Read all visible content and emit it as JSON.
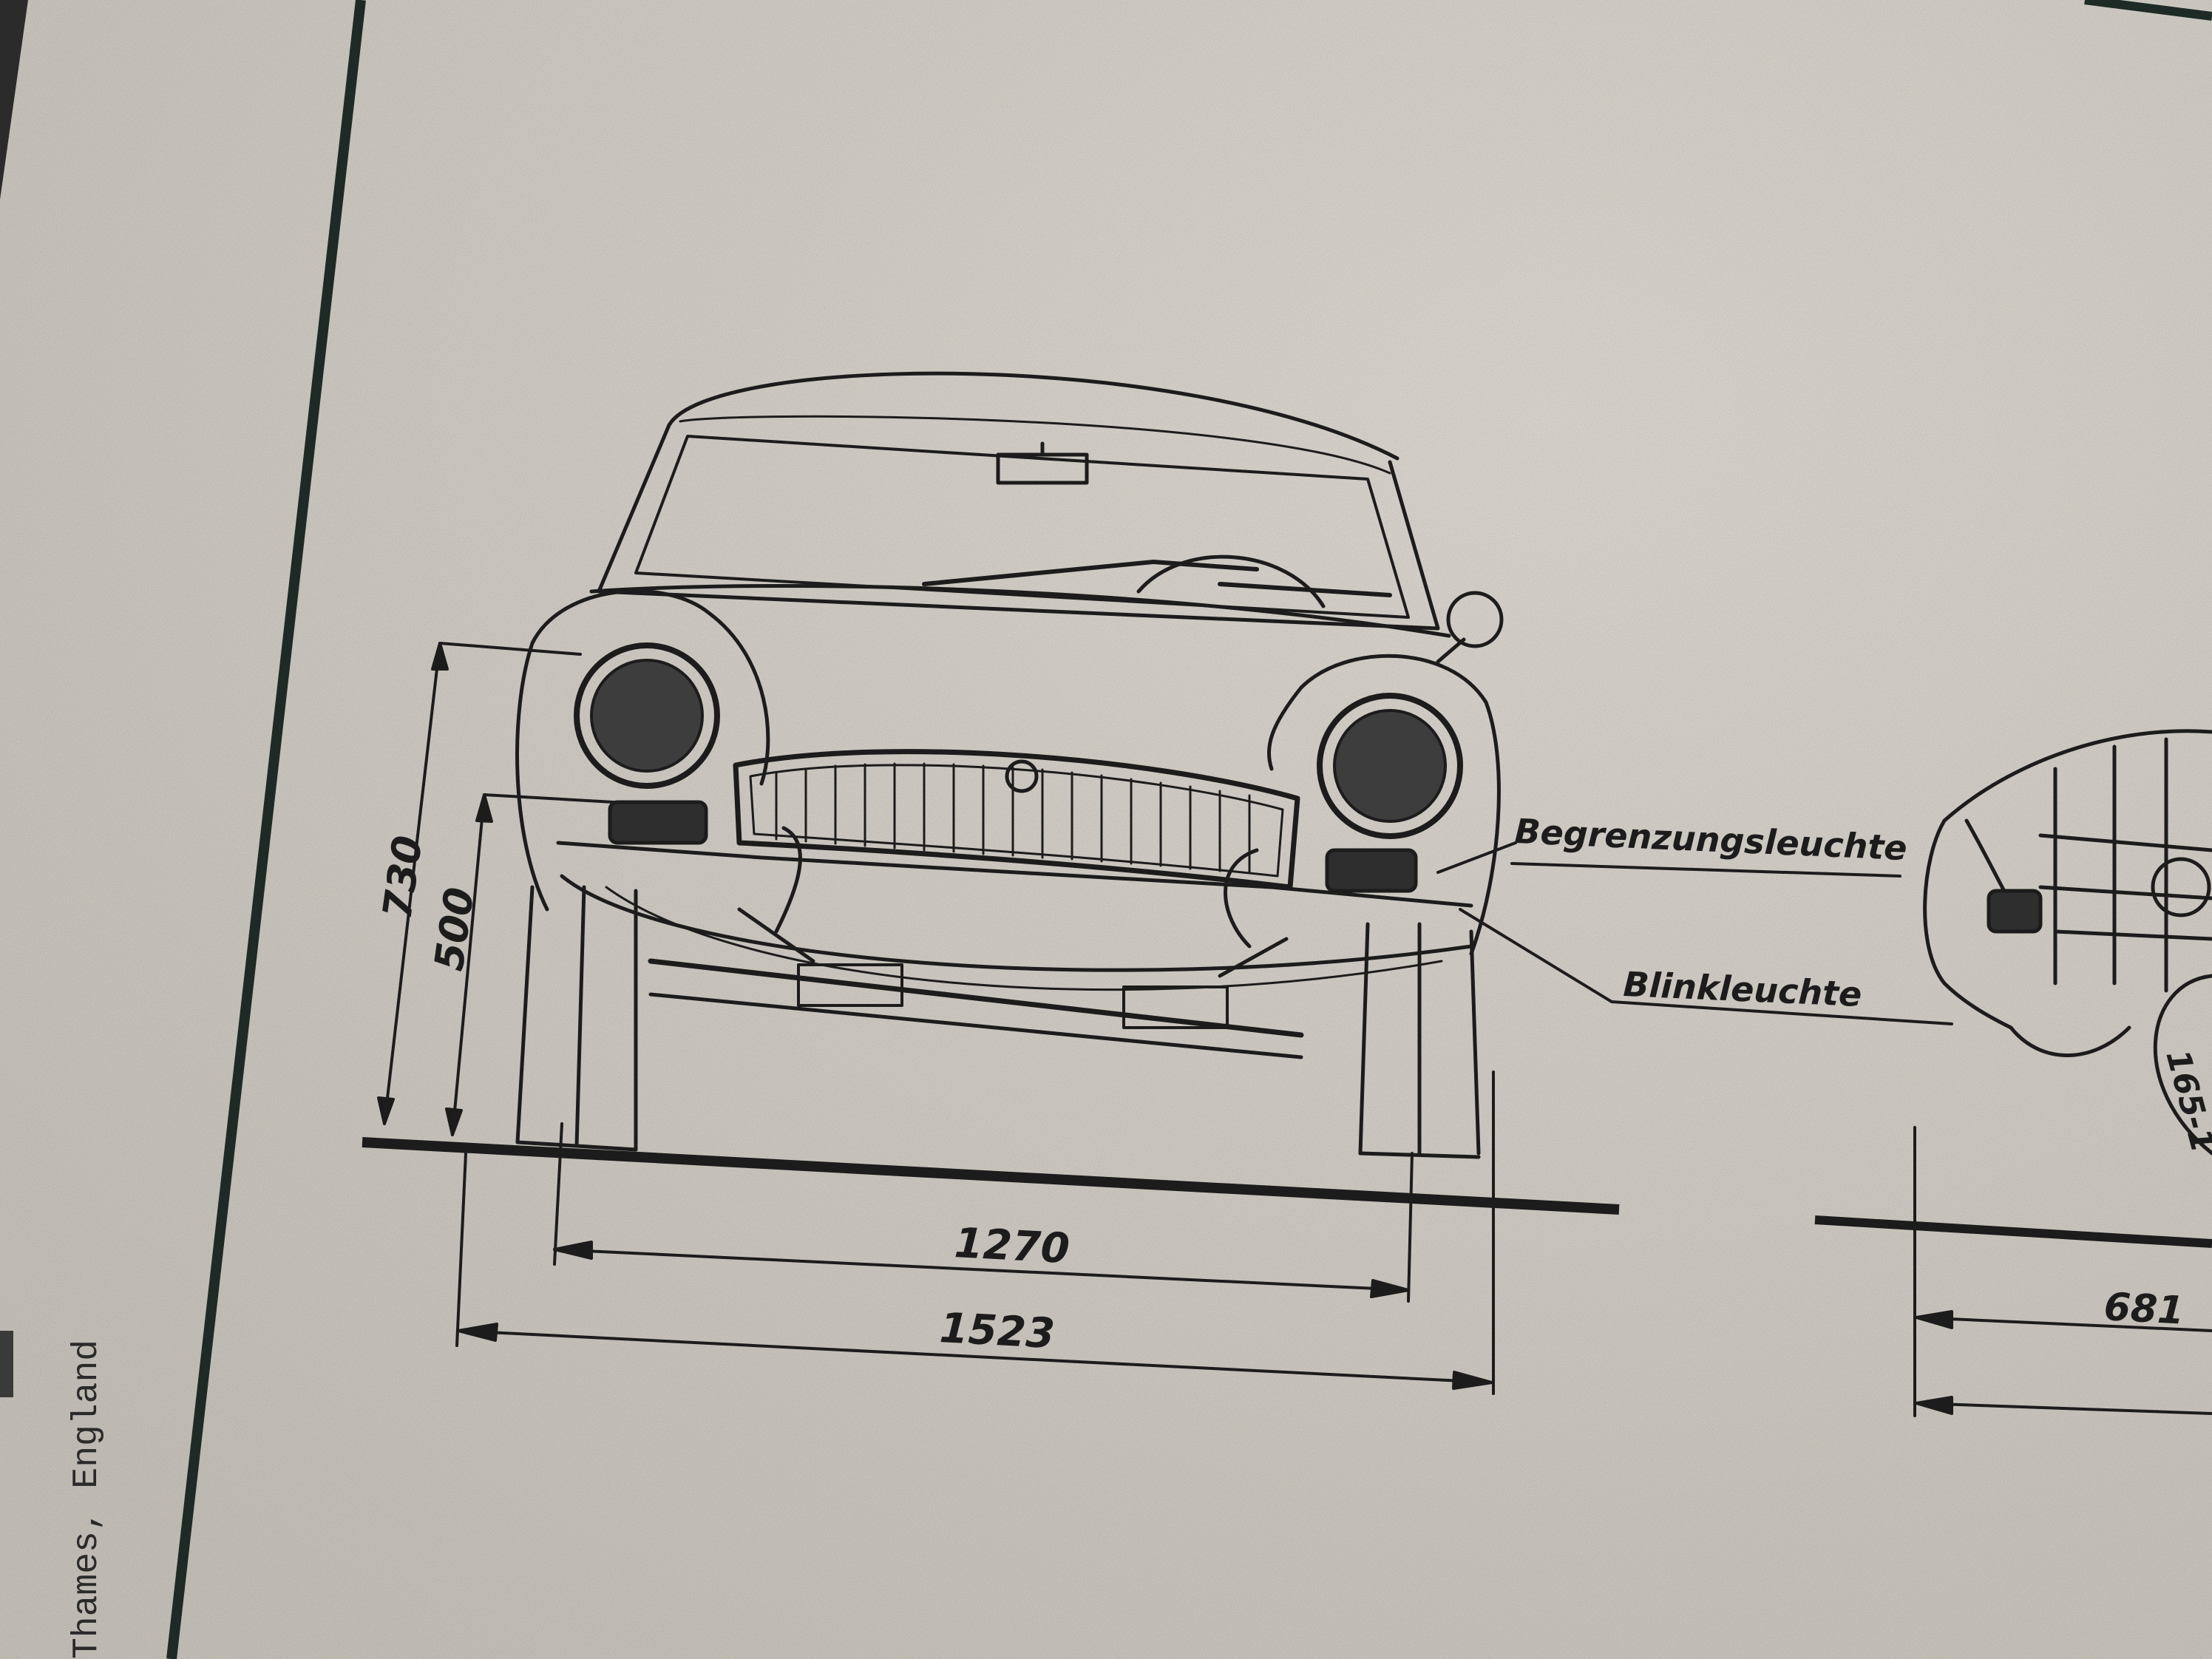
{
  "photo": {
    "colors": {
      "paper": "#d9d5cd",
      "paper_light": "#e3dfd7",
      "ink": "#1c1c1c",
      "border": "#1e2a26",
      "dark_edge": "#2b2b2b"
    }
  },
  "drawing": {
    "labels": {
      "side_lamp": "Begrenzungsleuchte",
      "indicator": "Blinkleuchte"
    },
    "dimensions": {
      "height_total": "730",
      "height_lamp": "500",
      "track_inner": "1270",
      "track_outer": "1523",
      "side_view_dim": "681",
      "tyre_text": "165-1"
    },
    "margin_text": "Thames, England"
  }
}
